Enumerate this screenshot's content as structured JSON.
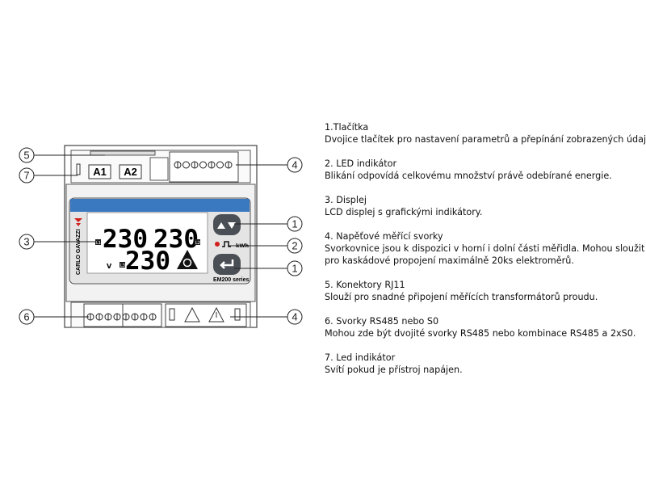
{
  "device": {
    "brand": "CARLO GAVAZZI",
    "model": "EM200 series",
    "terminal_a1": "A1",
    "terminal_a2": "A2",
    "lcd_row1_left": "230",
    "lcd_row1_right": "230",
    "lcd_row2": "230",
    "lcd_unit": "V",
    "phase_l1": "L1",
    "phase_l2": "L2",
    "phase_l3": "L3",
    "kwh_label": "kWh",
    "colors": {
      "blue_band": "#3a78c0",
      "led": "#d0201c",
      "button": "#4a4f55",
      "brand_red": "#d0201c"
    }
  },
  "callouts": {
    "c5": "5",
    "c7": "7",
    "c3": "3",
    "c6": "6",
    "c4_top": "4",
    "c1_top": "1",
    "c2": "2",
    "c1_bottom": "1",
    "c4_bottom": "4"
  },
  "legend": [
    {
      "title": "1.Tlačítka",
      "lines": [
        "Dvojice tlačítek pro nastavení parametrů a přepínání zobrazených údajů."
      ]
    },
    {
      "title": "2. LED indikátor",
      "lines": [
        "Blikání odpovídá celkovému množství právě odebírané energie."
      ]
    },
    {
      "title": "3. Displej",
      "lines": [
        "LCD displej s grafickými indikátory."
      ]
    },
    {
      "title": "4. Napěťové měřící svorky",
      "lines": [
        "Svorkovnice jsou k dispozici v horní i dolní části měřidla. Mohou sloužit",
        "pro kaskádové propojení maximálně 20ks elektroměrů."
      ]
    },
    {
      "title": "5. Konektory RJ11",
      "lines": [
        "Slouží pro snadné připojení měřících transformátorů proudu."
      ]
    },
    {
      "title": "6. Svorky RS485 nebo S0",
      "lines": [
        "Mohou zde být dvojité svorky RS485 nebo kombinace RS485 a 2xS0."
      ]
    },
    {
      "title": "7. Led indikátor",
      "lines": [
        "Svítí pokud je přístroj napájen."
      ]
    }
  ]
}
